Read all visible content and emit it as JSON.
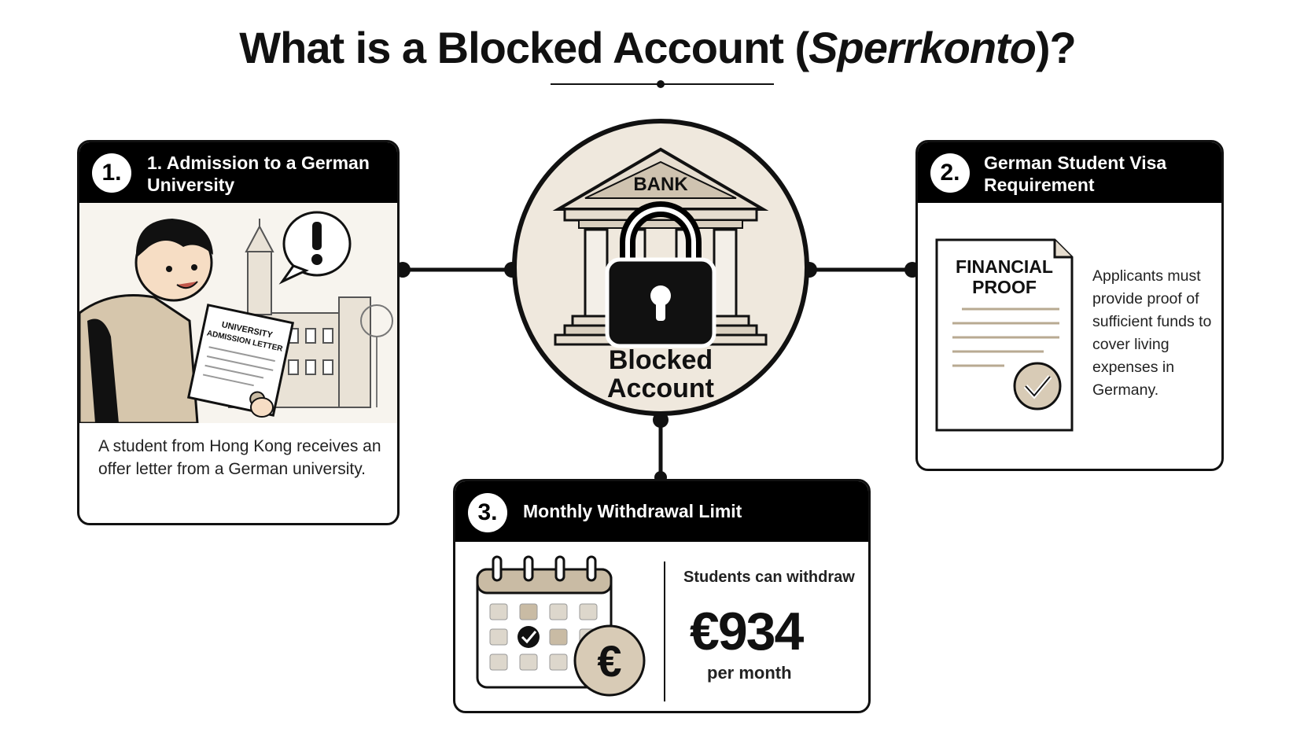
{
  "title": {
    "main": "What is a Blocked Account (",
    "italic": "Sperrkonto",
    "suffix": ")?"
  },
  "center": {
    "bank_label": "BANK",
    "label_line1": "Blocked",
    "label_line2": "Account"
  },
  "card1": {
    "number": "1.",
    "heading": "1. Admission to a German University",
    "letter_line1": "UNIVERSITY",
    "letter_line2": "ADMISSION LETTER",
    "description": "A student from Hong Kong receives an offer letter from a German university."
  },
  "card2": {
    "number": "2.",
    "heading": "German Student Visa Requirement",
    "doc_line1": "FINANCIAL",
    "doc_line2": "PROOF",
    "description": "Applicants must provide proof of sufficient funds to cover living expenses in Germany."
  },
  "card3": {
    "number": "3.",
    "heading": "Monthly Withdrawal Limit",
    "label": "Students can withdraw",
    "amount": "€934",
    "unit": "per month",
    "coin_symbol": "€"
  },
  "icons": [
    "bank-icon",
    "padlock-icon",
    "student-illustration",
    "exclamation-bubble-icon",
    "university-building-icon",
    "document-icon",
    "checkmark-icon",
    "calendar-icon",
    "euro-coin-icon"
  ],
  "colors": {
    "ink": "#111111",
    "beige": "#efe8dd",
    "tan": "#c9bba4",
    "header": "#000000"
  }
}
